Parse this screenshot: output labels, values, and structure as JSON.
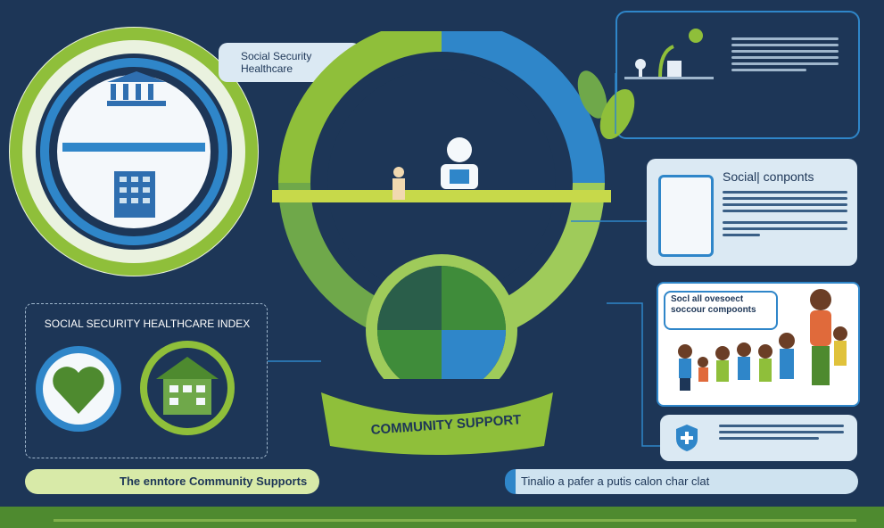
{
  "colors": {
    "background": "#1d3657",
    "green": "#8fbf3a",
    "blue": "#2f86c9",
    "light_blue": "#cfe3f0",
    "dark_green": "#4e8a2f"
  },
  "top_label": "Social Security\nHealthcare",
  "index_box": {
    "title": "SOCIAL SECURITY HEALTHCARE INDEX"
  },
  "center": {
    "ring_text": "COMMUNITY SUPPORT"
  },
  "social_components": {
    "title": "Social| conponts"
  },
  "speech": {
    "text": "Socl all ovesoect\nsoccour compoonts"
  },
  "bottom_left_pill": "The enntore Community Supports",
  "bottom_right_pill": "Tinalio a pafer a putis calon char clat",
  "icons": [
    "bank-icon",
    "building-icon",
    "heart-icon",
    "house-icon",
    "plant-icon",
    "doctor-icon",
    "person-icon",
    "shield-icon",
    "leaf-icon"
  ]
}
